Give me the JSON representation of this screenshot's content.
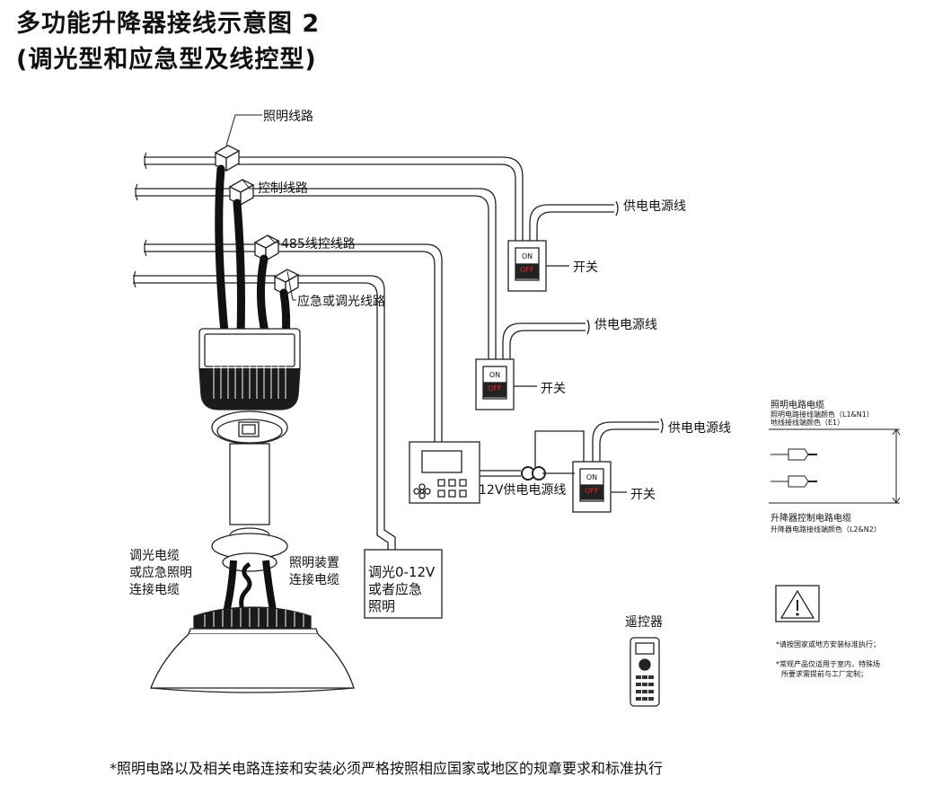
{
  "title": {
    "line1": "多功能升降器接线示意图 2",
    "line2": "(调光型和应急型及线控型)"
  },
  "lines": {
    "lighting": "照明线路",
    "control": "控制线路",
    "rs485": "485线控线路",
    "emergency_dimming": "应急或调光线路"
  },
  "power": {
    "supply_label": "供电电源线",
    "switch_label": "开关",
    "on": "ON",
    "off": "OFF",
    "low_voltage": "12V供电电源线"
  },
  "fixture": {
    "left_cable": [
      "调光电缆",
      "或应急照明",
      "连接电缆"
    ],
    "right_cable": [
      "照明装置",
      "连接电缆"
    ]
  },
  "dimmer_box": [
    "调光0-12V",
    "或者应急",
    "照明"
  ],
  "remote": "遥控器",
  "legend": {
    "lighting_cable_title": "照明电路电缆",
    "lighting_cable_line1": "照明电路接线端颜色（L1&N1）",
    "lighting_cable_line2": "地线接线端颜色（E1）",
    "lift_cable_title": "升降器控制电路电缆",
    "lift_cable_line": "升降器电路接线端颜色（L2&N2）"
  },
  "warnings": {
    "w1": "*请按国家或地方安装标准执行；",
    "w2a": "*常规产品仅适用于室内，特殊场",
    "w2b": "所要求需提前与工厂定制；"
  },
  "footer": "*照明电路以及相关电路连接和安装必须严格按照相应国家或地区的规章要求和标准执行"
}
